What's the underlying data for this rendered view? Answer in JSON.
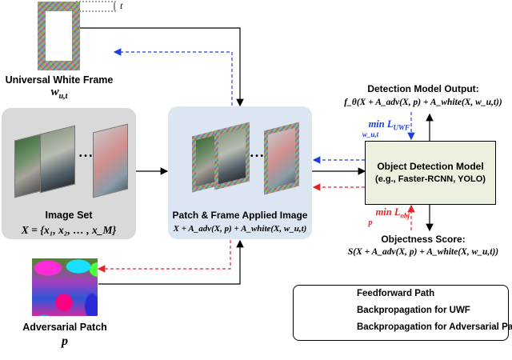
{
  "top": {
    "t_label": "t",
    "frame_title": "Universal White Frame",
    "frame_symbol": "w",
    "frame_symbol_sub": "u,t"
  },
  "image_set": {
    "title": "Image Set",
    "dots": "• • •",
    "formula": "X = {x₁, x₂, … , x_M}"
  },
  "applied": {
    "dots": "• • •",
    "title": "Patch & Frame Applied Image",
    "formula": "X + A_adv(X, p) + A_white(X, w_u,t)"
  },
  "adv_patch": {
    "title": "Adversarial Patch",
    "symbol": "p"
  },
  "detector": {
    "line1": "Object Detection Model",
    "line2": "(e.g., Faster-RCNN, YOLO)"
  },
  "output": {
    "title": "Detection Model Output:",
    "formula": "f_θ(X + A_adv(X, p) + A_white(X, w_u,t))"
  },
  "objectness": {
    "title": "Objectness Score:",
    "formula": "S(X + A_adv(X, p) + A_white(X, w_u,t))"
  },
  "min_uwf": {
    "text": "min L",
    "sub": "UWF",
    "under": "w_u,t"
  },
  "min_obj": {
    "text": "min L",
    "sub": "obj",
    "under": "p"
  },
  "legend": {
    "items": [
      {
        "label": "Feedforward Path"
      },
      {
        "label": "Backpropagation for UWF"
      },
      {
        "label": "Backpropagation for Adversarial Patch"
      }
    ]
  },
  "colors": {
    "blue": "#1f3fdc",
    "red": "#e0262a",
    "black": "#000000",
    "math_blue": "#1f3fdc",
    "math_red": "#e0262a"
  }
}
